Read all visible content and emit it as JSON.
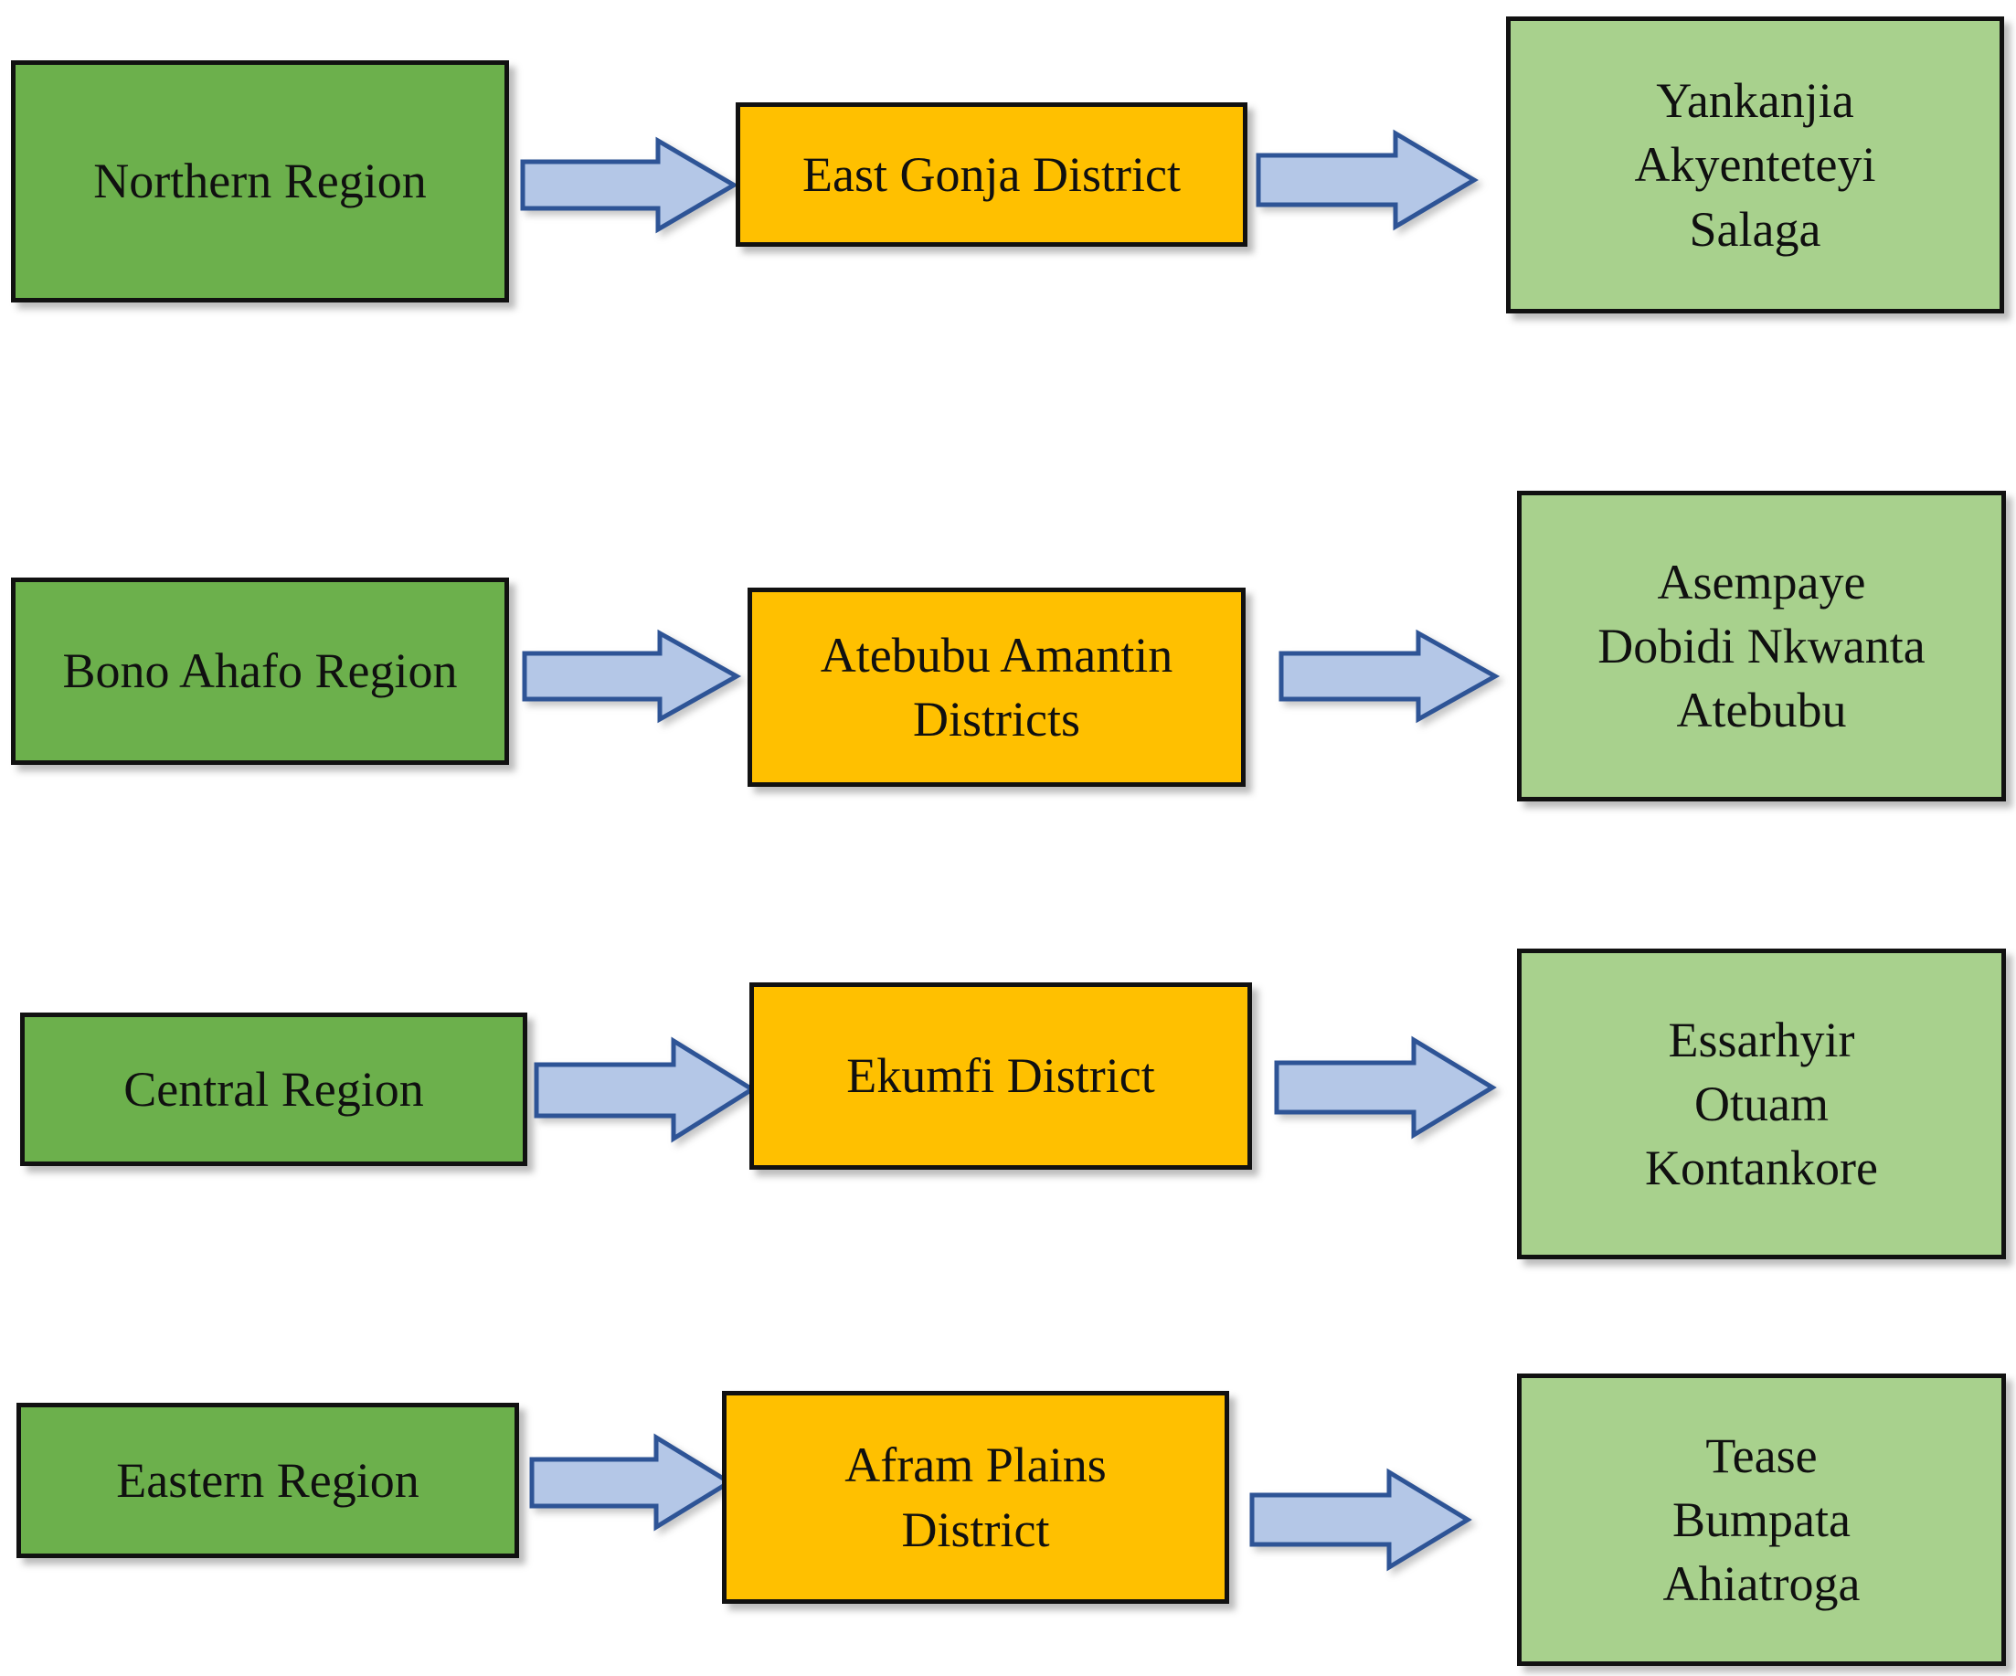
{
  "diagram": {
    "type": "flow-diagram",
    "orientation": "left-to-right",
    "column_roles": [
      "region",
      "district",
      "study-communities"
    ],
    "colors": {
      "region_fill": "#6CB04C",
      "district_fill": "#FFC000",
      "towns_fill": "#A8D18D",
      "node_border": "#111111",
      "arrow_fill": "#B4C7E7",
      "arrow_border": "#2E5496",
      "background": "#FFFFFF"
    },
    "rows": [
      {
        "id": "row-1",
        "region": "Northern Region",
        "district": "East Gonja District",
        "towns": "Yankanjia\nAkyenteteyi\nSalaga",
        "arrow1": "arrow-right",
        "arrow2": "arrow-right"
      },
      {
        "id": "row-2",
        "region": "Bono Ahafo Region",
        "district": "Atebubu Amantin\nDistricts",
        "towns": "Asempaye\nDobidi Nkwanta\nAtebubu",
        "arrow1": "arrow-right",
        "arrow2": "arrow-right"
      },
      {
        "id": "row-3",
        "region": "Central Region",
        "district": "Ekumfi District",
        "towns": "Essarhyir\nOtuam\nKontankore",
        "arrow1": "arrow-right",
        "arrow2": "arrow-right"
      },
      {
        "id": "row-4",
        "region": "Eastern Region",
        "district": "Afram Plains\nDistrict",
        "towns": "Tease\nBumpata\nAhiatroga",
        "arrow1": "arrow-right",
        "arrow2": "arrow-right"
      }
    ]
  }
}
